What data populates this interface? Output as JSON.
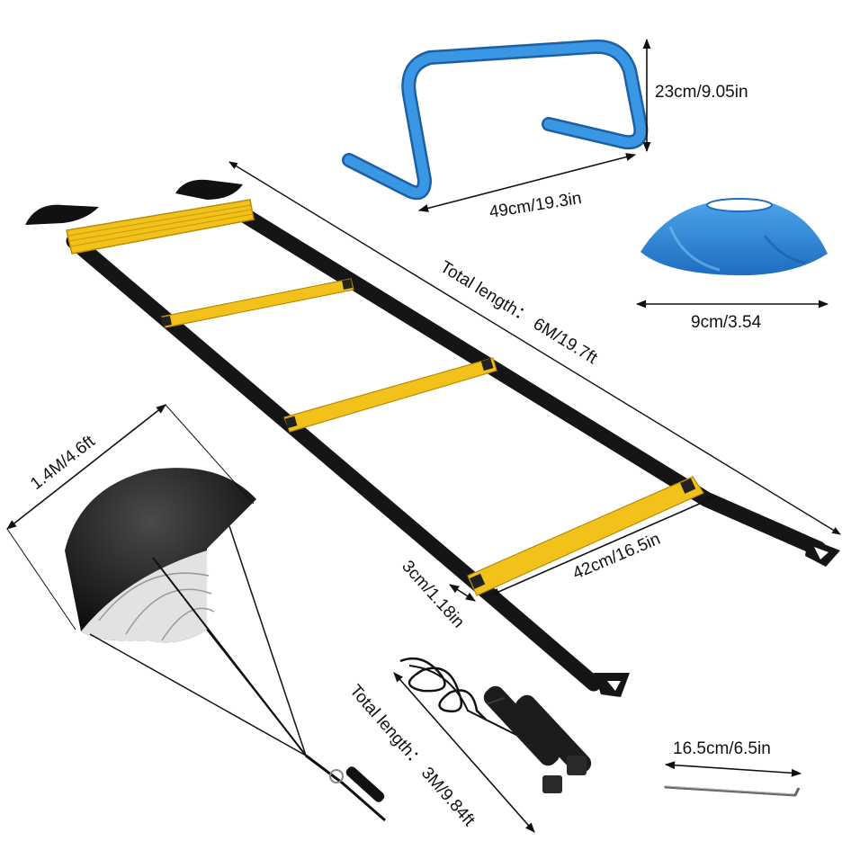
{
  "labels": {
    "hurdle_height": "23cm/9.05in",
    "hurdle_width": "49cm/19.3in",
    "cone_diameter": "9cm/3.54",
    "ladder_length": "Total length： 6M/19.7ft",
    "rung_width": "42cm/16.5in",
    "rung_depth": "3cm/1.18in",
    "parachute_size": "1.4M/4.6ft",
    "rope_length": "Total length： 3M/9.84ft",
    "peg_length": "16.5cm/6.5in"
  },
  "colors": {
    "strap": "#151515",
    "rung": "#f2c21a",
    "rung_dark": "#b88c06",
    "blue": "#2f86d6",
    "blue_dark": "#1d5fa6",
    "canopy": "#1a1a1a",
    "canopy_inner": "#d8d8d8"
  }
}
